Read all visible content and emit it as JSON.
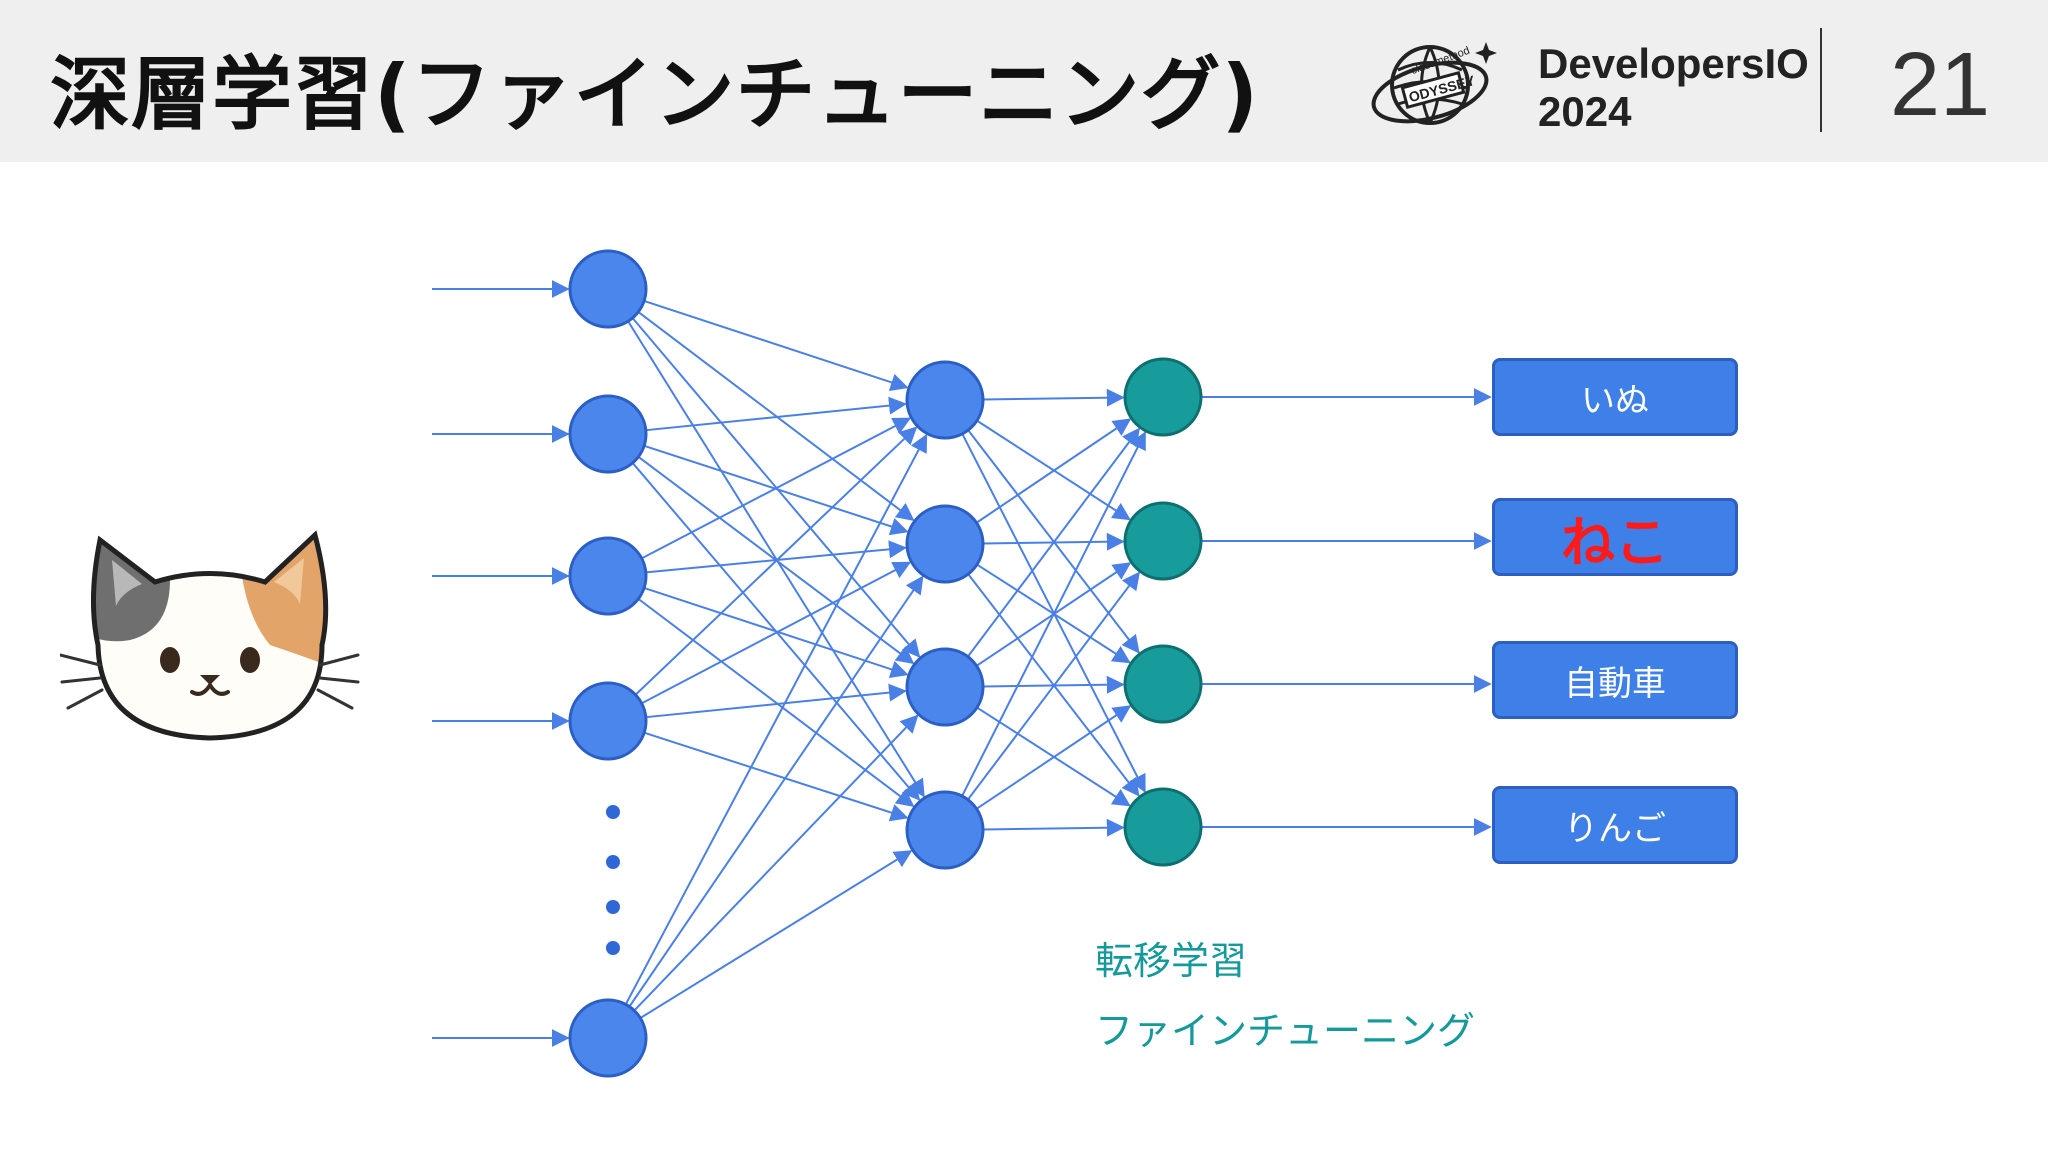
{
  "header": {
    "title": "深層学習(ファインチューニング)",
    "brand_line1": "DevelopersIO",
    "brand_line2": "2024",
    "logo_text_top": "classmethod",
    "logo_text_main": "ODYSSEY",
    "page_number": "21"
  },
  "classes": [
    "いぬ",
    "ねこ",
    "自動車",
    "りんご"
  ],
  "highlighted_class": "ねこ",
  "captions": {
    "transfer": "転移学習",
    "finetune": "ファインチューニング"
  },
  "colors": {
    "node_blue": "#4a86ec",
    "node_teal": "#179b9b",
    "edge": "#4a80e6",
    "highlight_text": "#ff1a1a"
  }
}
